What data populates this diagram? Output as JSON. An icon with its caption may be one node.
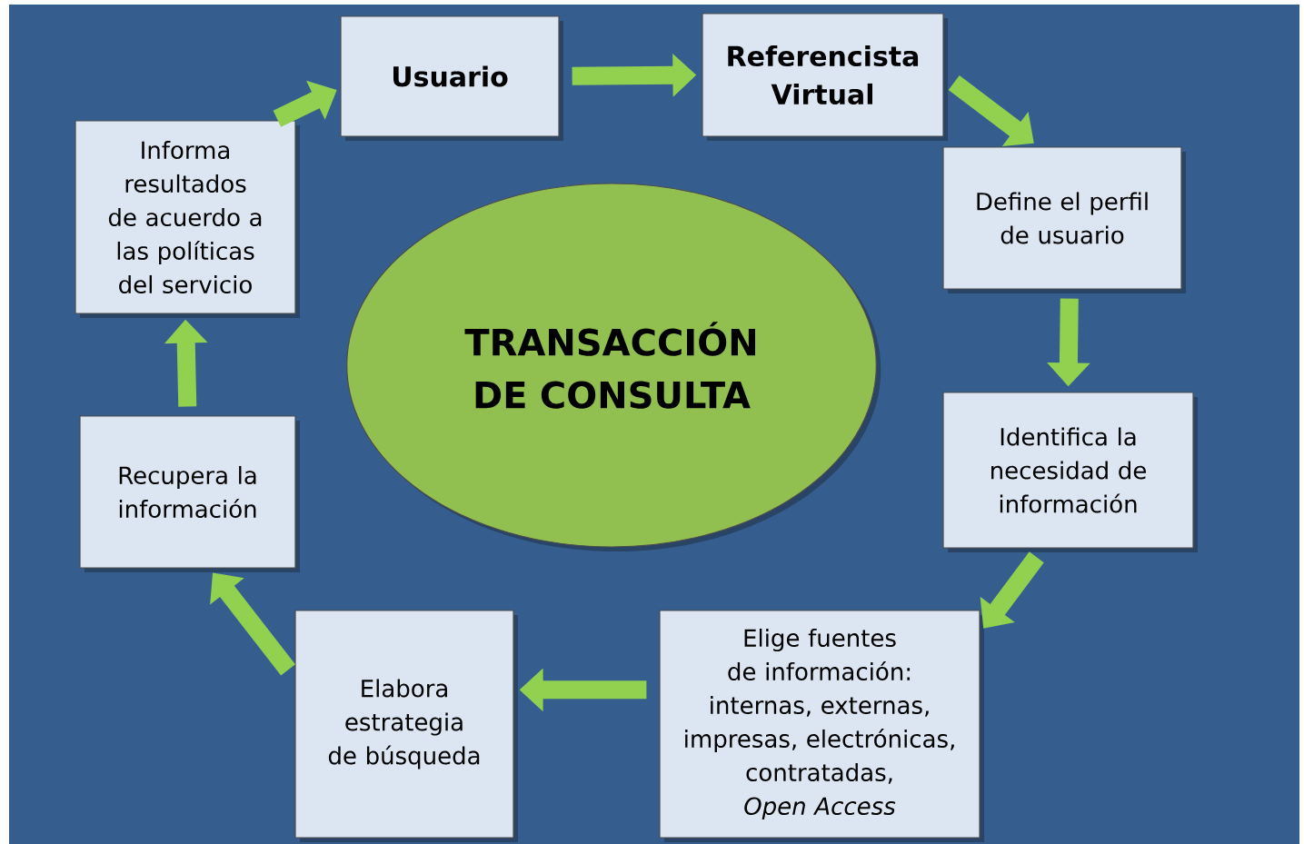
{
  "diagram": {
    "nodes": [
      {
        "text": [
          "Usuario"
        ]
      },
      {
        "text": [
          "Referencista Virtual"
        ]
      },
      {
        "text": [
          "Define el perfil de usuario"
        ]
      },
      {
        "text": [
          "Identifica la necesidad de información"
        ]
      },
      {
        "text": [
          "Elige fuentes de información: internas, externas, impresas, electrónicas, contratadas, *Open Access*"
        ]
      },
      {
        "text": [
          "Elabora estrategia de búsqueda"
        ]
      },
      {
        "text": [
          "Recupera la información"
        ]
      },
      {
        "text": [
          "Informa resultados de acuerdo a las políticas del servicio"
        ]
      },
      {
        "text": [
          "TRANSACCIÓN DE CONSULTA"
        ]
      }
    ],
    "edges": [
      {
        "from": 0,
        "to": 1,
        "arrow": "to"
      },
      {
        "from": 1,
        "to": 2,
        "arrow": "to"
      },
      {
        "from": 2,
        "to": 3,
        "arrow": "to"
      },
      {
        "from": 3,
        "to": 4,
        "arrow": "to"
      },
      {
        "from": 4,
        "to": 5,
        "arrow": "to"
      },
      {
        "from": 5,
        "to": 6,
        "arrow": "to"
      },
      {
        "from": 6,
        "to": 7,
        "arrow": "to"
      },
      {
        "from": 7,
        "to": 0,
        "arrow": "to"
      }
    ]
  }
}
